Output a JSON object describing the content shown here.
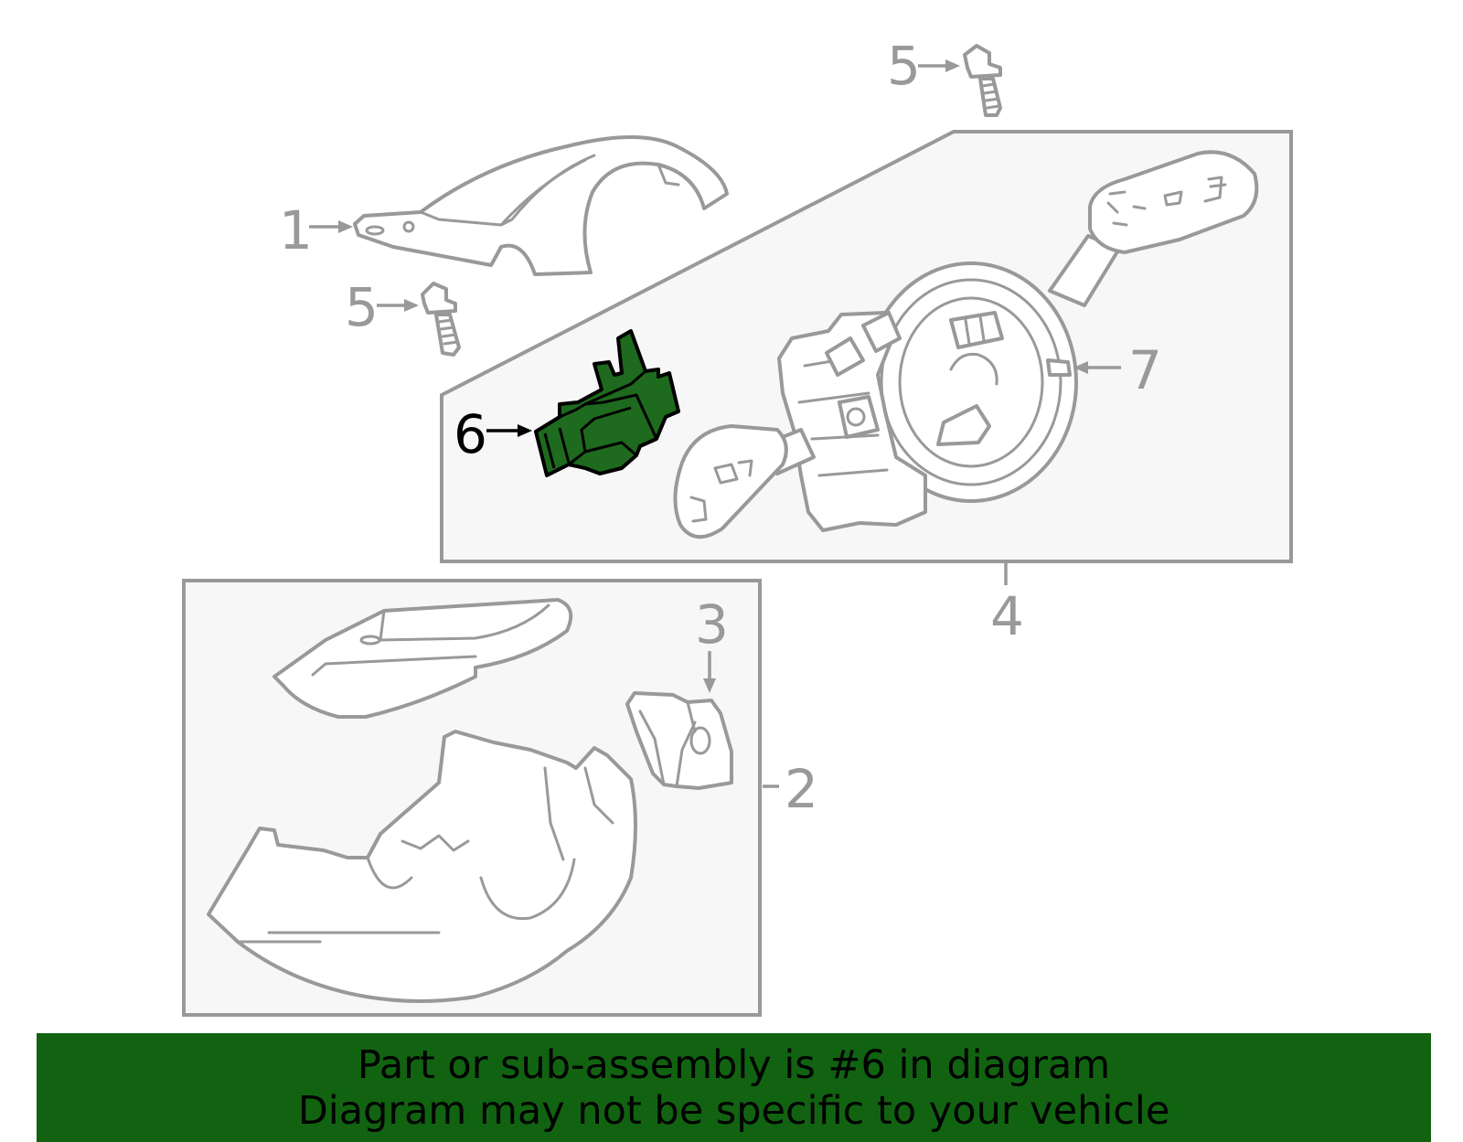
{
  "callouts": {
    "c1": "1",
    "c2": "2",
    "c3": "3",
    "c4": "4",
    "c5_top": "5",
    "c5_left": "5",
    "c6": "6",
    "c7": "7"
  },
  "highlighted_part": "6",
  "colors": {
    "highlight": "#1e6a1e",
    "banner": "#116311",
    "line": "#999999"
  },
  "banner": {
    "line1": "Part or sub-assembly is #6 in diagram",
    "line2": "Diagram may not be specific to your vehicle"
  }
}
